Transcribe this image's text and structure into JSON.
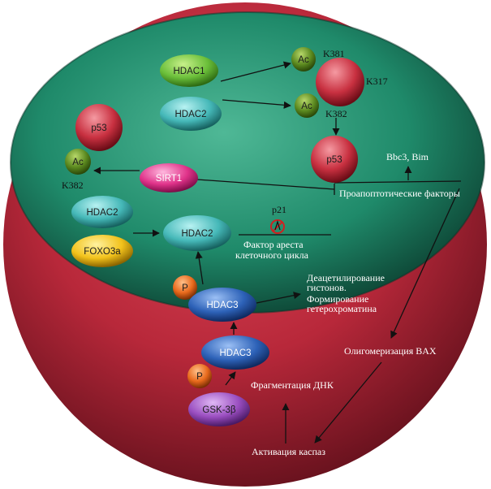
{
  "nodes": {
    "hdac1": "HDAC1",
    "hdac2_top": "HDAC2",
    "ac_k381": "Ac",
    "ac_k382_top": "Ac",
    "k381": "K381",
    "k317": "K317",
    "k382_right": "K382",
    "p53_left": "p53",
    "ac_left": "Ac",
    "k382_left": "K382",
    "p53_center": "p53",
    "sirt1": "SIRT1",
    "bbc3_bim": "Bbc3, Bim",
    "proapoptotic": "Проапоптотические факторы",
    "hdac2_mid_left": "HDAC2",
    "foxo3a": "FOXO3a",
    "hdac2_mid": "HDAC2",
    "p21": "p21",
    "cell_cycle_arrest_1": "Фактор ареста",
    "cell_cycle_arrest_2": "клеточного цикла",
    "p_upper": "P",
    "hdac3_upper": "HDAC3",
    "deacetylation_1": "Деацетилирование",
    "deacetylation_2": "гистонов.",
    "deacetylation_3": "Формирование",
    "deacetylation_4": "гетерохроматина",
    "hdac3_lower": "HDAC3",
    "p_lower": "P",
    "gsk3b": "GSK-3β",
    "dna_fragmentation": "Фрагментация ДНК",
    "bax": "Олигомеризация BAX",
    "caspase": "Активация каспаз"
  },
  "colors": {
    "cell_outer": "#b8283a",
    "nucleus": "#1f8a6a",
    "hdac_green": "#6bbf3a",
    "hdac_cyan": "#45b8b8",
    "hdac_blue": "#2d62b8",
    "ac_green": "#5c8a20",
    "p53_red": "#c83040",
    "sirt1_pink": "#e0338a",
    "foxo_yellow": "#f2c21b",
    "p_orange": "#e86a1c",
    "gsk_purple": "#9a4ec0"
  }
}
